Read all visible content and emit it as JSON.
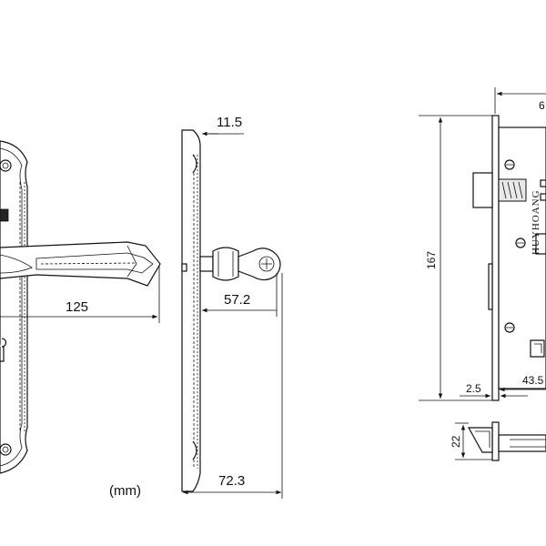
{
  "units": "(mm)",
  "dimensions": {
    "lever_length": "125",
    "plate_thickness": "11.5",
    "handle_projection": "57.2",
    "total_depth": "72.3",
    "lock_body_height": "167",
    "backset": "43.5",
    "faceplate_thickness": "2.5",
    "strike_depth": "22",
    "lock_width_partial": "6"
  },
  "brand_text": "HUYHOANG",
  "colors": {
    "line": "#111111",
    "background": "#ffffff"
  }
}
